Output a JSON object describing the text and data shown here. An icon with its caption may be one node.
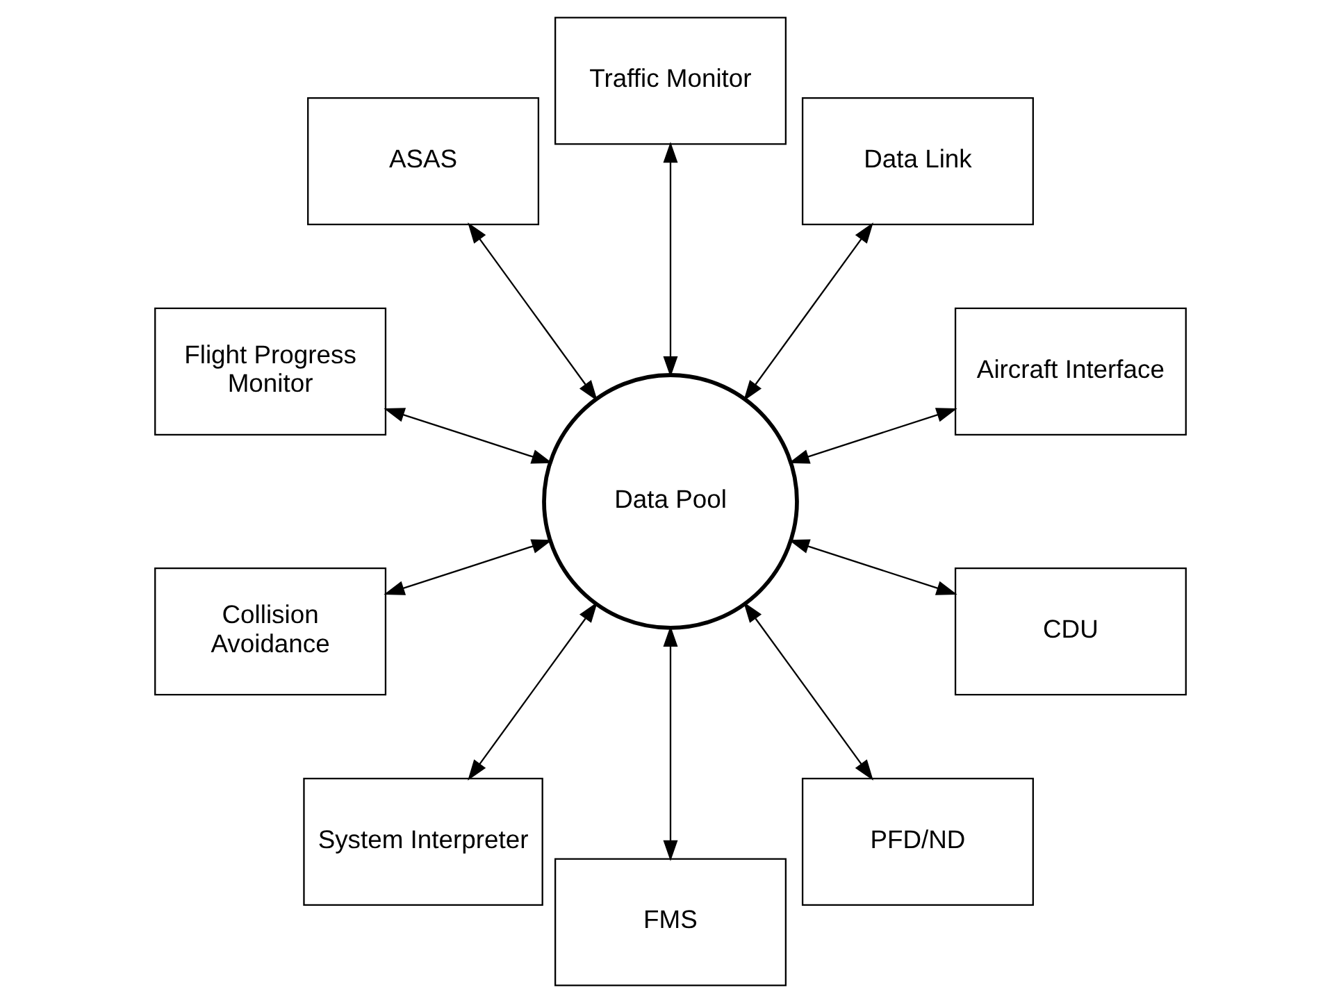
{
  "diagram": {
    "nodes": [
      {
        "text": [
          "Aircraft Interface"
        ]
      },
      {
        "text": [
          "Data Link"
        ]
      },
      {
        "text": [
          "Traffic Monitor"
        ]
      },
      {
        "text": [
          "ASAS"
        ]
      },
      {
        "text": [
          "Flight Progress Monitor"
        ]
      },
      {
        "text": [
          "Data Pool"
        ]
      },
      {
        "text": [
          "Collision Avoidance"
        ]
      },
      {
        "text": [
          "System Interpreter"
        ]
      },
      {
        "text": [
          "FMS"
        ]
      },
      {
        "text": [
          "PFD/ND"
        ]
      },
      {
        "text": [
          "CDU"
        ]
      }
    ],
    "edges": [
      {
        "from": 0,
        "to": 5,
        "arrow": "both"
      },
      {
        "from": 1,
        "to": 5,
        "arrow": "both"
      },
      {
        "from": 3,
        "to": 5,
        "arrow": "both"
      },
      {
        "from": 6,
        "to": 5,
        "arrow": "both"
      },
      {
        "from": 8,
        "to": 5,
        "arrow": "both"
      },
      {
        "from": 10,
        "to": 5,
        "arrow": "both"
      },
      {
        "from": 9,
        "to": 5,
        "arrow": "both"
      },
      {
        "from": 7,
        "to": 5,
        "arrow": "both"
      },
      {
        "from": 4,
        "to": 5,
        "arrow": "both"
      },
      {
        "from": 2,
        "to": 5,
        "arrow": "both"
      }
    ]
  }
}
